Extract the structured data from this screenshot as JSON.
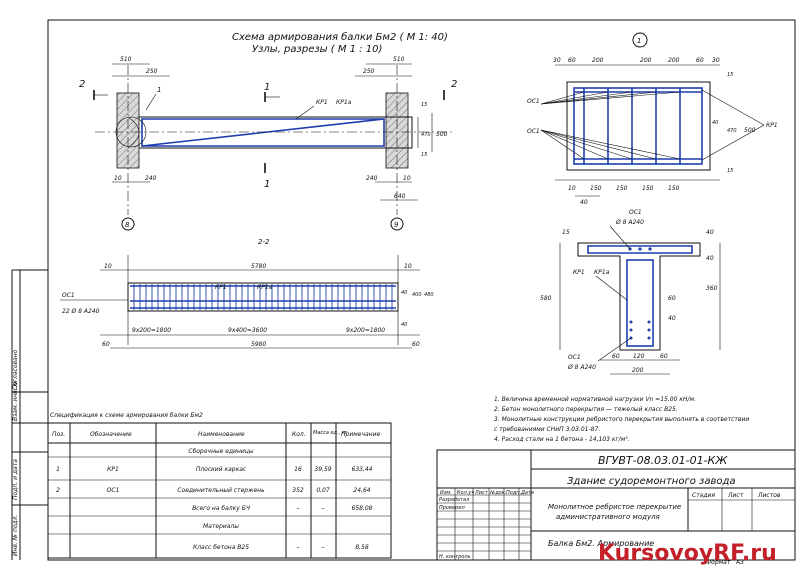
{
  "drawing": {
    "title_line1": "Схема армирования балки Бм2 ( М 1: 40)",
    "title_line2": "Узлы, разрезы ( М 1 : 10)",
    "node_marker": "1",
    "section_marker": "2",
    "section_label": "1",
    "section_22": "2-2",
    "axis_8": "8",
    "axis_9": "9",
    "frame_label": "КР1",
    "frame_label2": "КР1а",
    "rebar_os1": "ОС1",
    "rebar_spec": "22 Ø 8 А240",
    "dims_top": [
      "510",
      "250",
      "250",
      "510",
      "240",
      "10",
      "240",
      "10",
      "640",
      "15",
      "470",
      "500",
      "15"
    ],
    "dims_beam": [
      "10",
      "5780",
      "10",
      "60",
      "5980",
      "60",
      "9х200=1800",
      "9х400=3600",
      "9х200=1800",
      "40",
      "400",
      "480",
      "40"
    ],
    "dims_node": [
      "30",
      "60",
      "200",
      "200",
      "200",
      "60",
      "30",
      "10",
      "150",
      "150",
      "150",
      "150",
      "40",
      "15",
      "470",
      "500",
      "15",
      "40"
    ],
    "node_labels": [
      "ОС1",
      "ОС1",
      "КР1",
      "40"
    ],
    "dims_section": [
      "15",
      "40",
      "580",
      "40",
      "60",
      "120",
      "60",
      "200",
      "360",
      "60",
      "40"
    ],
    "section_labels": [
      "ОС1",
      "Ø 8 А240",
      "КР1",
      "КР1а",
      "ОС1",
      "Ø 8 А240"
    ]
  },
  "notes": [
    "1. Величина временной нормативной нагрузки Vn =15,00 кН/м.",
    "2. Бетон монолитного перекрытия — тяжелый класс В25.",
    "3. Монолитные конструкции ребристого перекрытия выполнять в соответствии",
    "с требованиями СНиП 3.03.01-87.",
    "4. Расход стали на 1 бетона - 14,103 кг/м³."
  ],
  "spec_table": {
    "title": "Спецификация к схеме армирования балки Бм2",
    "headers": [
      "Поз.",
      "Обозначение",
      "Наименование",
      "Кол.",
      "Масса ед., кг",
      "Примечание"
    ],
    "rows": [
      {
        "pos": "",
        "code": "",
        "name": "Сборочные единицы",
        "qty": "",
        "mass": "",
        "note": ""
      },
      {
        "pos": "1",
        "code": "КР1",
        "name": "Плоский каркас",
        "qty": "16",
        "mass": "39,59",
        "note": "633,44"
      },
      {
        "pos": "2",
        "code": "ОС1",
        "name": "Соединительный стержень",
        "qty": "352",
        "mass": "0,07",
        "note": "24,64"
      },
      {
        "pos": "",
        "code": "",
        "name": "Всего на балку БЧ",
        "qty": "–",
        "mass": "–",
        "note": "658,08"
      },
      {
        "pos": "",
        "code": "",
        "name": "Материалы",
        "qty": "",
        "mass": "",
        "note": ""
      },
      {
        "pos": "",
        "code": "",
        "name": "Класс бетона В25",
        "qty": "–",
        "mass": "–",
        "note": "8,58"
      }
    ]
  },
  "stamp": {
    "code": "ВГУВТ-08.03.01-01-КЖ",
    "title": "Здание судоремонтного завода",
    "sheet_desc_1": "Монолитное ребристое перекрытие",
    "sheet_desc_2": "административного модуля",
    "sheet_name": "Балка Бм2. Армирование",
    "col_headers": [
      "Изм.",
      "Кол.уч",
      "Лист",
      "№док.",
      "Подп.",
      "Дата"
    ],
    "roles": [
      "Разработал",
      "Проверил",
      "",
      "",
      "Н. контроль"
    ],
    "stage_headers": [
      "Стадия",
      "Лист",
      "Листов"
    ],
    "format_label": "Формат",
    "format_value": "А3"
  },
  "side_stamp": {
    "labels": [
      "Согласовано",
      "Взам. инв. №",
      "Подп. и дата",
      "Инв. № подл."
    ]
  },
  "watermark": {
    "text": "KursovoyRF.ru"
  },
  "colors": {
    "rebar": "#1d3fae",
    "watermark": "#c4202a"
  }
}
